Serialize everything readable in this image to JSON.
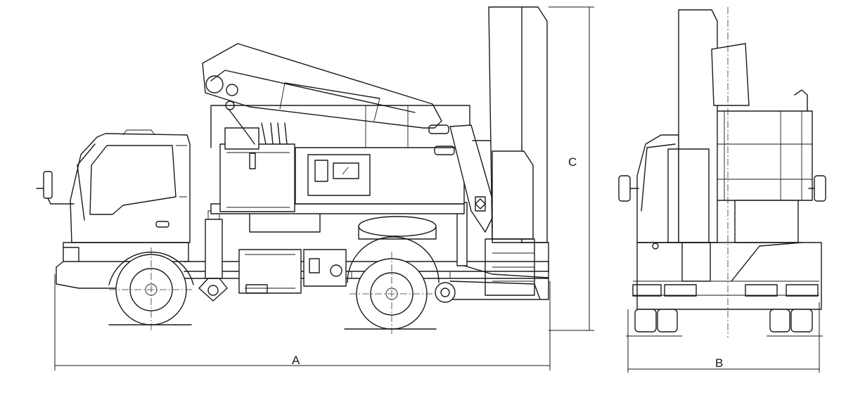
{
  "dimensions": {
    "length_label": "A",
    "width_label": "B",
    "height_label": "C"
  }
}
